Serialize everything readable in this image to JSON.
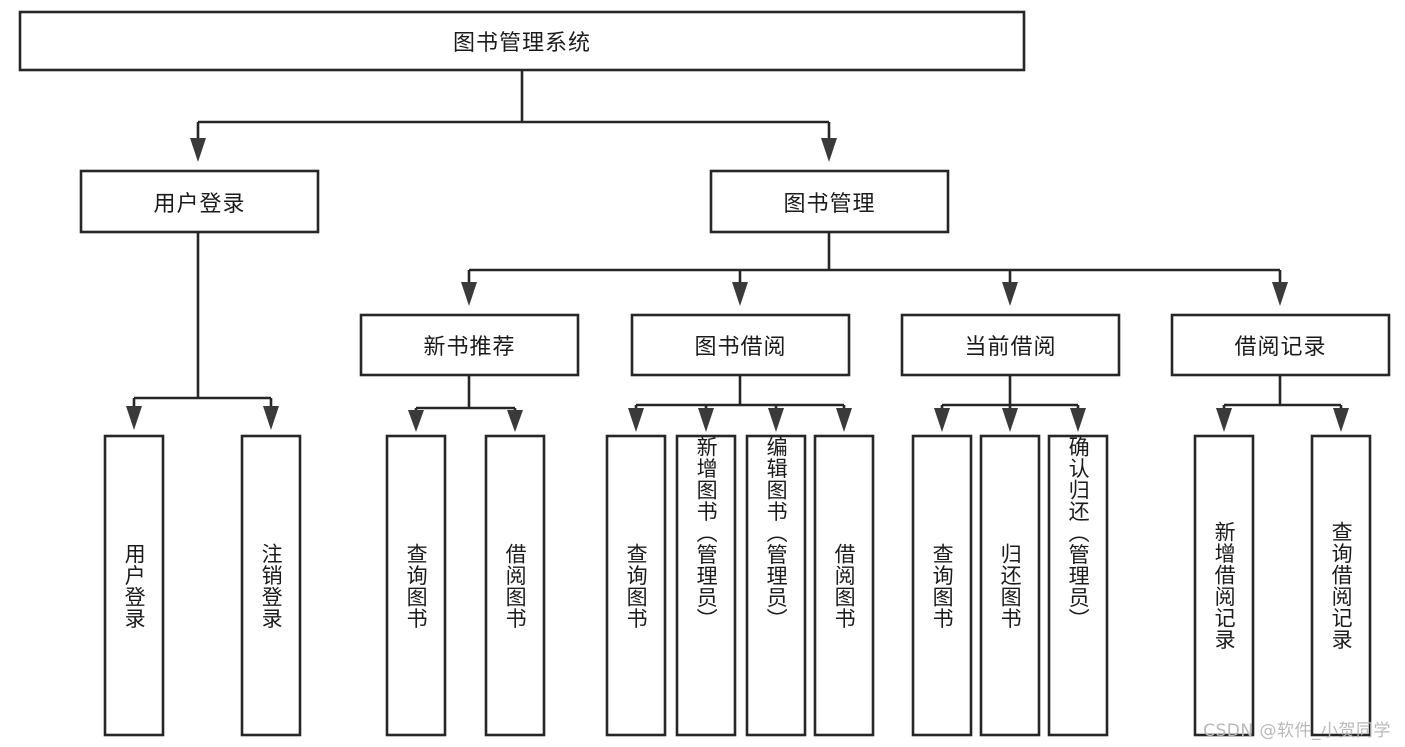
{
  "diagram": {
    "title": "图书管理系统",
    "type": "tree",
    "watermark": "CSDN @软件_小贺同学",
    "colors": {
      "box_stroke": "#262626",
      "box_fill": "#ffffff",
      "text": "#1b1b1b",
      "arrow": "#3a3a3a",
      "background": "#ffffff",
      "watermark": "#b9b9b9"
    },
    "root": {
      "label": "图书管理系统"
    },
    "level2": [
      {
        "label": "用户登录"
      },
      {
        "label": "图书管理"
      }
    ],
    "level3": [
      {
        "label": "新书推荐"
      },
      {
        "label": "图书借阅"
      },
      {
        "label": "当前借阅"
      },
      {
        "label": "借阅记录"
      }
    ],
    "leaves": {
      "user_login": [
        {
          "label": "用户登录"
        },
        {
          "label": "注销登录"
        }
      ],
      "new_book": [
        {
          "label": "查询图书"
        },
        {
          "label": "借阅图书"
        }
      ],
      "book_borrow": [
        {
          "label": "查询图书"
        },
        {
          "label": "新增图书（管理员）"
        },
        {
          "label": "编辑图书（管理员）"
        },
        {
          "label": "借阅图书"
        }
      ],
      "current_borrow": [
        {
          "label": "查询图书"
        },
        {
          "label": "归还图书"
        },
        {
          "label": "确认归还（管理员）"
        }
      ],
      "borrow_record": [
        {
          "label": "新增借阅记录"
        },
        {
          "label": "查询借阅记录"
        }
      ]
    }
  }
}
